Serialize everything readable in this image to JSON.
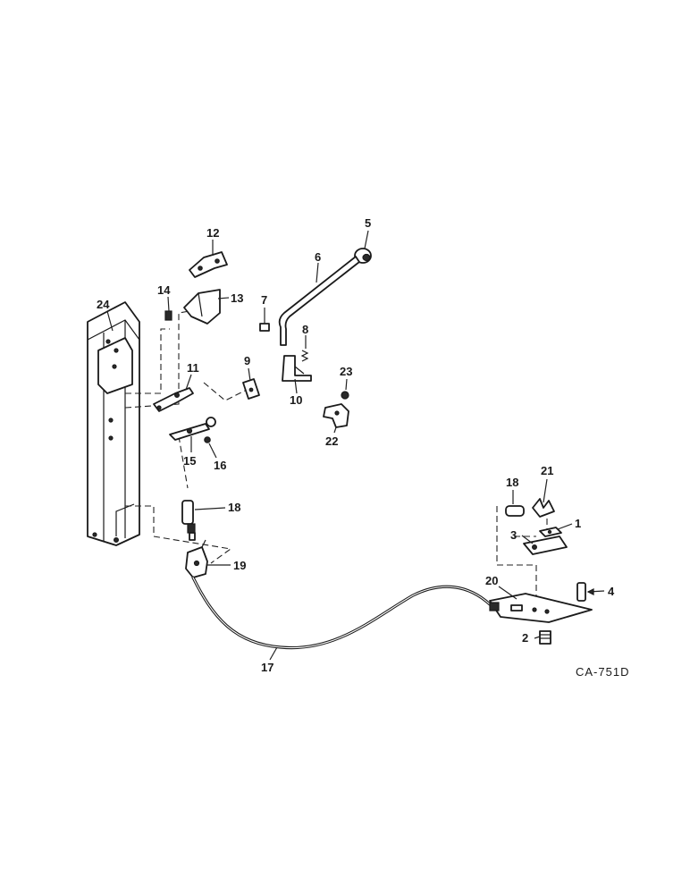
{
  "callouts": {
    "p1": "1",
    "p2": "2",
    "p3": "3",
    "p4": "4",
    "p5": "5",
    "p6": "6",
    "p7": "7",
    "p8": "8",
    "p9": "9",
    "p10": "10",
    "p11": "11",
    "p12": "12",
    "p13": "13",
    "p14": "14",
    "p15": "15",
    "p16": "16",
    "p17": "17",
    "p18a": "18",
    "p18b": "18",
    "p19": "19",
    "p20": "20",
    "p21": "21",
    "p22": "22",
    "p23": "23",
    "p24": "24"
  },
  "drawing_code": "CA-751D"
}
